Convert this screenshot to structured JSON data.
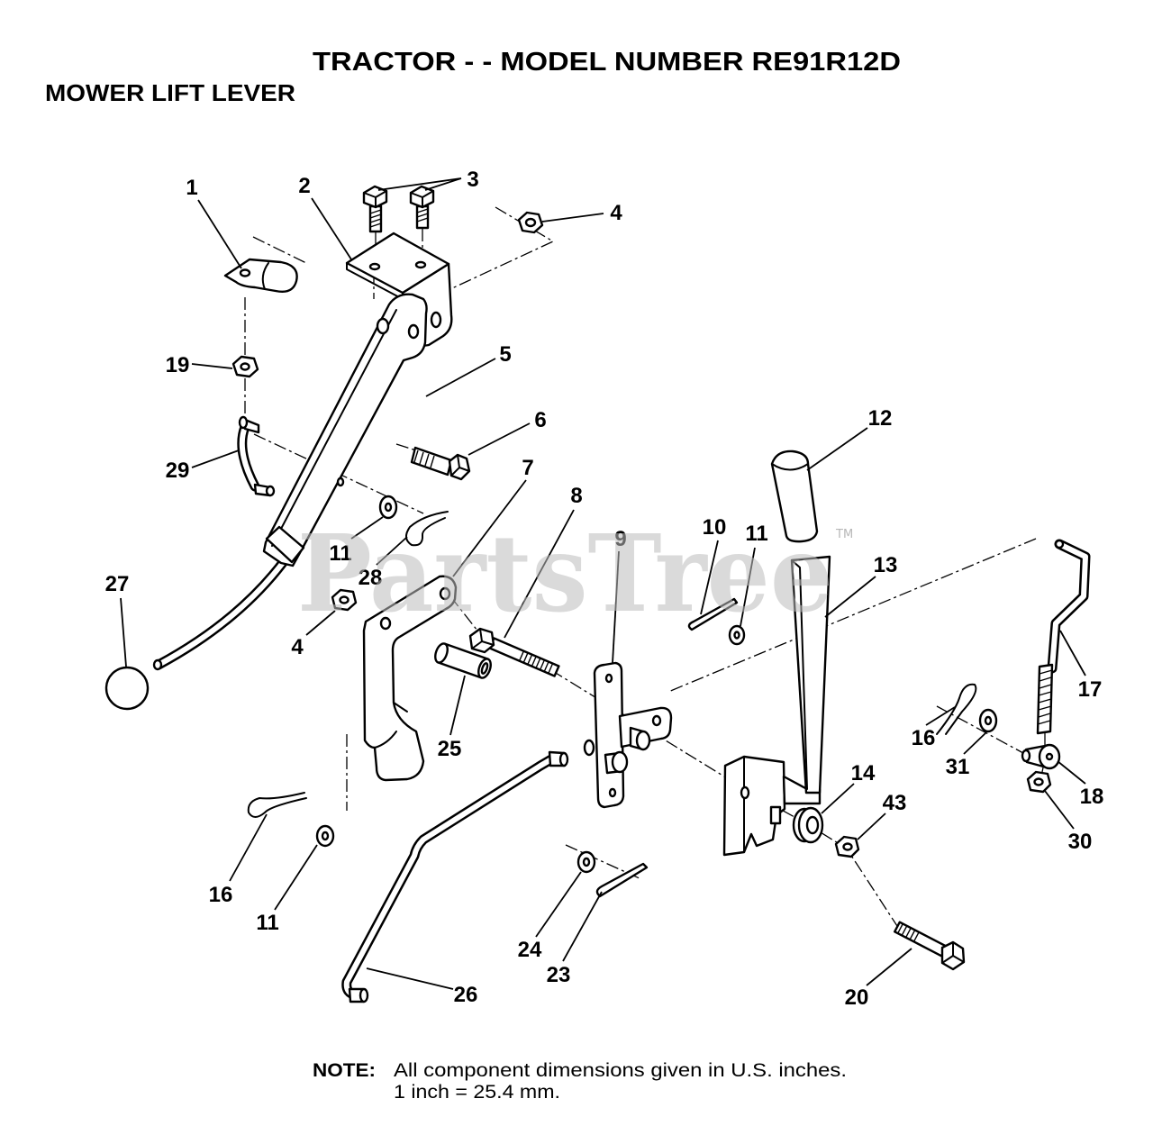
{
  "title": "TRACTOR - - MODEL NUMBER RE91R12D",
  "section_title": "MOWER LIFT LEVER",
  "callouts": [
    "1",
    "2",
    "3",
    "4",
    "19",
    "5",
    "6",
    "29",
    "11",
    "28",
    "27",
    "12",
    "7",
    "8",
    "9",
    "10",
    "11",
    "13",
    "4",
    "25",
    "17",
    "16",
    "31",
    "18",
    "30",
    "14",
    "43",
    "16",
    "11",
    "24",
    "23",
    "26",
    "20"
  ],
  "watermark": {
    "text": "PartsTree",
    "trademark": "TM"
  },
  "note": {
    "label": "NOTE:",
    "line1": "All component dimensions given in U.S. inches.",
    "line2": "1 inch = 25.4 mm."
  },
  "colors": {
    "line": "#000000",
    "background": "#ffffff",
    "watermark": "#bdbdbd"
  }
}
